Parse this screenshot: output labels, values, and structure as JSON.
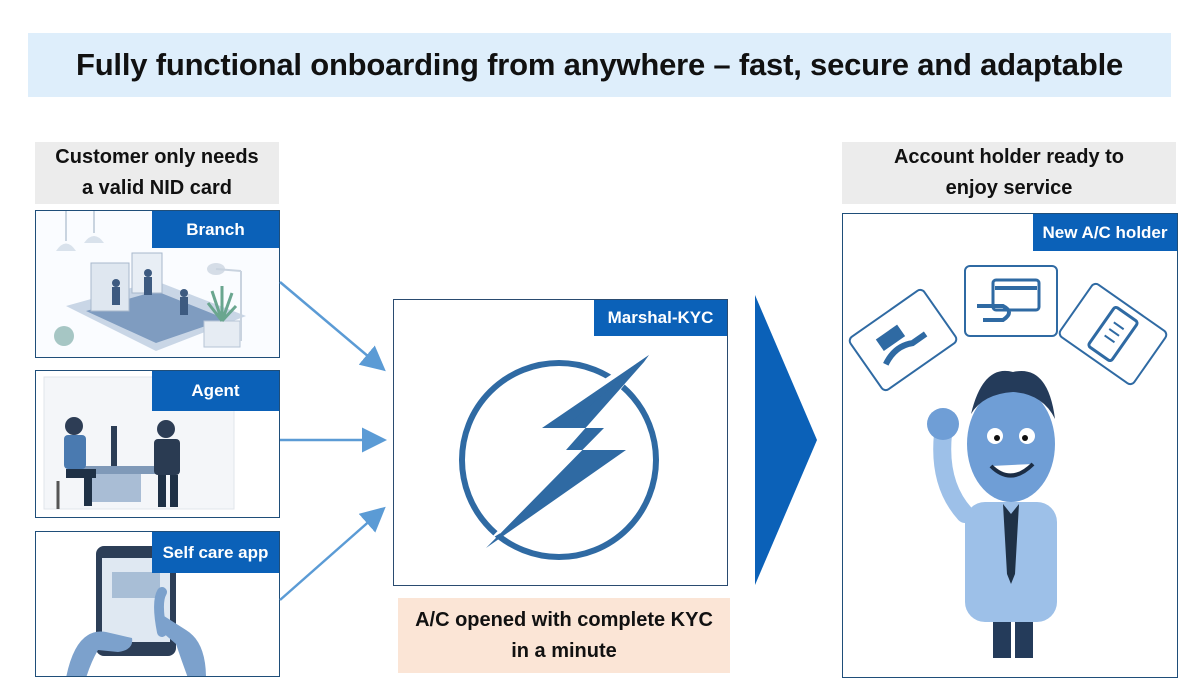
{
  "header": {
    "title": "Fully functional onboarding from anywhere – fast, secure and adaptable"
  },
  "left": {
    "label_line1": "Customer only needs",
    "label_line2": "a valid NID card",
    "channels": [
      {
        "label": "Branch"
      },
      {
        "label": "Agent"
      },
      {
        "label": "Self care app"
      }
    ]
  },
  "center": {
    "tag": "Marshal-KYC",
    "caption_line1": "A/C opened with complete KYC",
    "caption_line2": "in a minute"
  },
  "right": {
    "label_line1": "Account holder ready to",
    "label_line2": "enjoy service",
    "tag": "New A/C holder"
  },
  "colors": {
    "accent": "#0b61b8",
    "banner": "#deeefb",
    "caption": "#fbe5d6",
    "arrow": "#5b9bd5"
  },
  "icons": [
    "bolt-icon",
    "cash-hand-icon",
    "card-hand-icon",
    "mobile-wallet-icon",
    "waving-person-icon"
  ]
}
